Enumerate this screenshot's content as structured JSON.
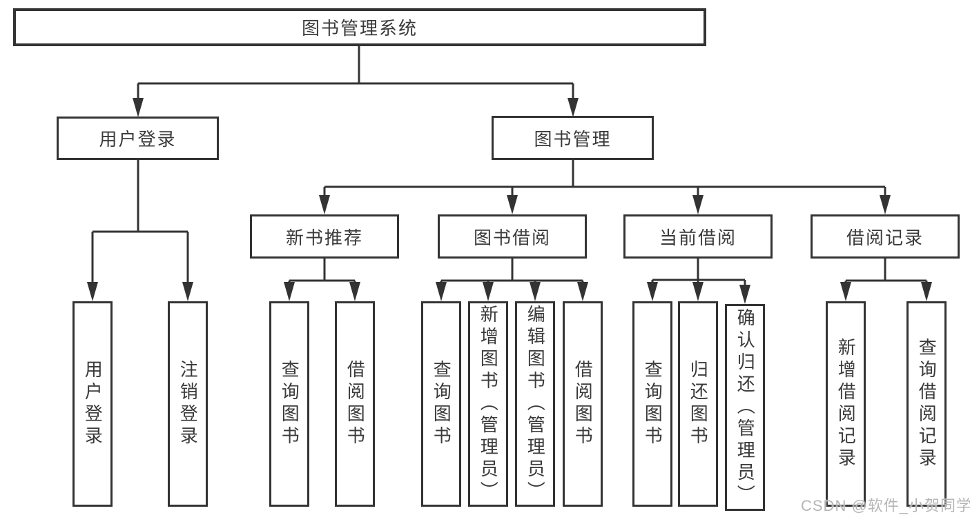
{
  "colors": {
    "line": "#333333",
    "text": "#3a3a3a",
    "background": "#ffffff",
    "watermark": "#b5b5b5"
  },
  "watermark": "CSDN @软件_小贺同学",
  "tree": {
    "label": "图书管理系统",
    "children": [
      {
        "label": "用户登录",
        "children": [
          {
            "label": "用户登录"
          },
          {
            "label": "注销登录"
          }
        ]
      },
      {
        "label": "图书管理",
        "children": [
          {
            "label": "新书推荐",
            "children": [
              {
                "label": "查询图书"
              },
              {
                "label": "借阅图书"
              }
            ]
          },
          {
            "label": "图书借阅",
            "children": [
              {
                "label": "查询图书"
              },
              {
                "label": "新增图书（管理员）"
              },
              {
                "label": "编辑图书（管理员）"
              },
              {
                "label": "借阅图书"
              }
            ]
          },
          {
            "label": "当前借阅",
            "children": [
              {
                "label": "查询图书"
              },
              {
                "label": "归还图书"
              },
              {
                "label": "确认归还（管理员）"
              }
            ]
          },
          {
            "label": "借阅记录",
            "children": [
              {
                "label": "新增借阅记录"
              },
              {
                "label": "查询借阅记录"
              }
            ]
          }
        ]
      }
    ]
  }
}
